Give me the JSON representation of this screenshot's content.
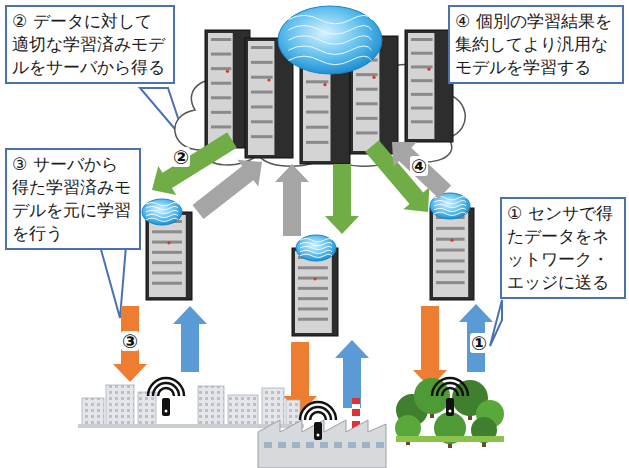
{
  "diagram": {
    "nodes": [
      {
        "text": [
          "② データに対して適切な学習済みモデルをサーバから得る"
        ]
      },
      {
        "text": [
          "④ 個別の学習結果を集約してより汎用なモデルを学習する"
        ]
      },
      {
        "text": [
          "③ サーバから得た学習済みモデルを元に学習を行う"
        ]
      },
      {
        "text": [
          "① センサで得たデータをネットワーク・エッジに送る"
        ]
      }
    ],
    "labels": [
      "②",
      "④",
      "③",
      "①"
    ]
  }
}
